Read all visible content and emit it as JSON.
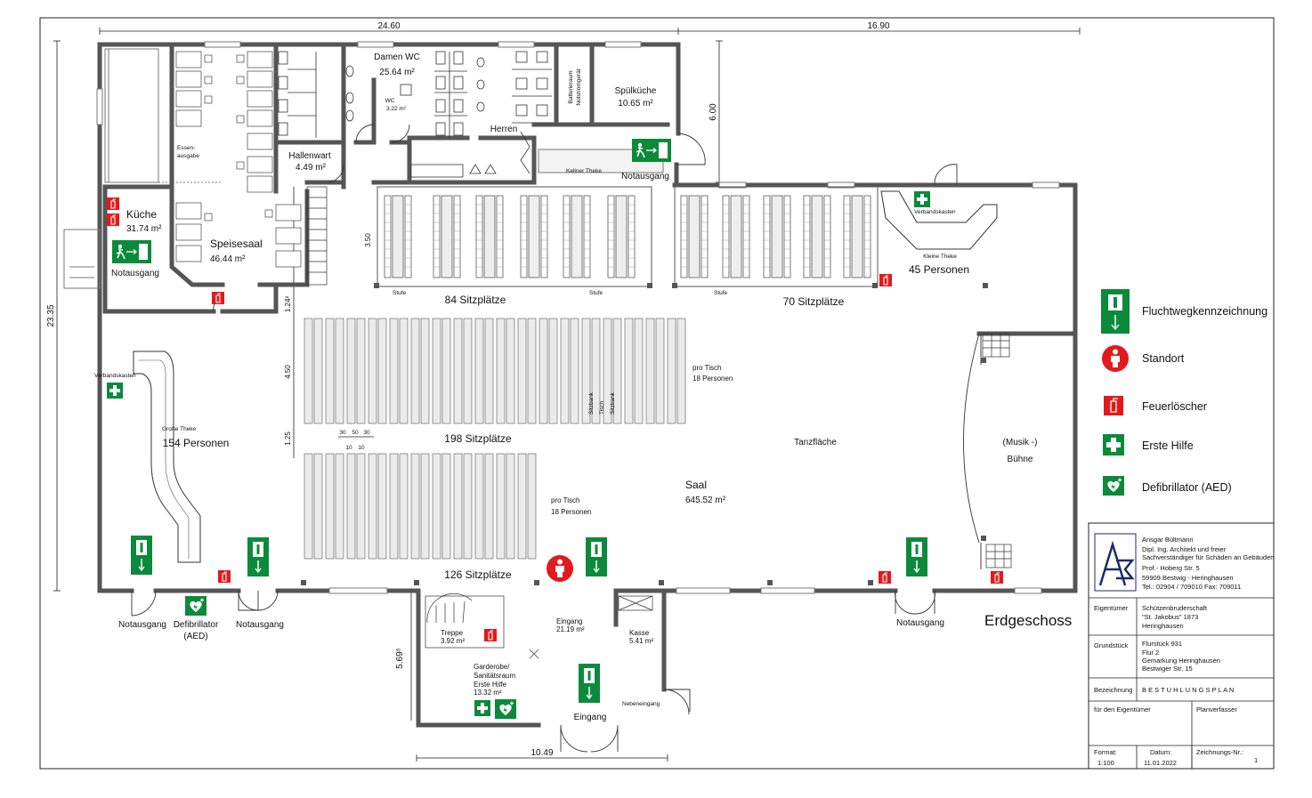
{
  "dimensions": {
    "top_left": "24.60",
    "top_right": "16.90",
    "right_upper": "6.00",
    "left_total": "23.35",
    "bottom_entry": "10.49",
    "bottom_side": "5.69⁵",
    "block_a": "3.50",
    "gap_1": "1.24²",
    "table_len": "4.50",
    "gap_2": "1.25",
    "aisle_a": "30",
    "aisle_b": "50",
    "aisle_c": "30",
    "aisle_d": "10",
    "aisle_e": "10"
  },
  "rooms": {
    "damen_wc": {
      "name": "Damen WC",
      "area": "25.64 m²"
    },
    "wc_small": {
      "name": "WC",
      "area": "3.22 m²"
    },
    "herren": {
      "name": "Herren"
    },
    "batterieraum": {
      "line1": "Batterieraum",
      "line2": "Notstromgerät"
    },
    "spuelkueche": {
      "name": "Spülküche",
      "area": "10.65 m²"
    },
    "hallenwart": {
      "name": "Hallenwart",
      "area": "4.49 m²"
    },
    "essenausgabe": {
      "line1": "Essen-",
      "line2": "ausgabe"
    },
    "kueche": {
      "name": "Küche",
      "area": "31.74 m²"
    },
    "speisesaal": {
      "name": "Speisesaal",
      "area": "46.44 m²"
    },
    "kellner_theke": "Kellner Theke",
    "kleine_theke": "Kleine Theke",
    "grosse_theke": "Große Theke",
    "saal": {
      "name": "Saal",
      "area": "645.52 m²"
    },
    "tanzflaeche": "Tanzfläche",
    "buehne": {
      "line1": "(Musik -)",
      "line2": "Bühne"
    },
    "treppe": {
      "name": "Treppe",
      "area": "3.92 m²"
    },
    "garderobe": {
      "line1": "Garderobe/",
      "line2": "Sanitätsraum",
      "line3": "Erste Hilfe",
      "area": "13.32 m²"
    },
    "eingang_room": {
      "name": "Eingang",
      "area": "21.19 m²"
    },
    "kasse": {
      "name": "Kasse",
      "area": "5.41 m²"
    },
    "nebeneingang": "Nebeneingang",
    "eingang": "Eingang"
  },
  "labels": {
    "notausgang": "Notausgang",
    "verbandskasten": "Verbandskasten",
    "defibrillator_line1": "Defibrillator",
    "defibrillator_line2": "(AED)",
    "stufe": "Stufe",
    "sitzbank": "Sitzbank",
    "tisch": "Tisch",
    "pro_tisch": "pro Tisch",
    "pro_tisch_count": "18 Personen",
    "sitz_84": "84 Sitzplätze",
    "sitz_70": "70 Sitzplätze",
    "sitz_198": "198 Sitzplätze",
    "sitz_126": "126 Sitzplätze",
    "pers_45": "45 Personen",
    "pers_154": "154 Personen",
    "floor": "Erdgeschoss"
  },
  "legend": [
    {
      "icon": "escape-route-icon",
      "label": "Fluchtwegkennzeichnung"
    },
    {
      "icon": "location-marker-icon",
      "label": "Standort"
    },
    {
      "icon": "fire-extinguisher-icon",
      "label": "Feuerlöscher"
    },
    {
      "icon": "first-aid-icon",
      "label": "Erste Hilfe"
    },
    {
      "icon": "defibrillator-icon",
      "label": "Defibrillator (AED)"
    }
  ],
  "title_block": {
    "architect": [
      "Ansgar Bültmann",
      "Dipl. Ing. Architekt und freier",
      "Sachverständiger für Schäden an Gebäuden",
      "Prof.- Hoberg Str. 5",
      "59909 Bestwig - Heringhausen",
      "Tel.: 02904 / 709010 Fax: 709011"
    ],
    "eigentuemer_label": "Eigentümer",
    "eigentuemer": [
      "Schützenbruderschaft",
      "\"St. Jakobus\" 1873",
      "Heringhausen"
    ],
    "grundstueck_label": "Grundstück",
    "grundstueck": [
      "Flurstück 931",
      "Flur 2",
      "Gemarkung Heringhausen",
      "Bestwiger Str. 15"
    ],
    "bezeichnung_label": "Bezeichnung",
    "bezeichnung": "B E S T U H L U N G S P L A N",
    "fuer_eigentuemer": "für den Eigentümer",
    "planverfasser": "Planverfasser",
    "format_label": "Format:",
    "format": "1:100",
    "datum_label": "Datum:",
    "datum": "11.01.2022",
    "zeichnung_label": "Zeichnungs-Nr.:",
    "zeichnung": "1"
  },
  "colors": {
    "sign_green": "#0b8a3b",
    "sign_red": "#e3191c",
    "wall": "#555555",
    "table_fill": "#ebebeb"
  }
}
